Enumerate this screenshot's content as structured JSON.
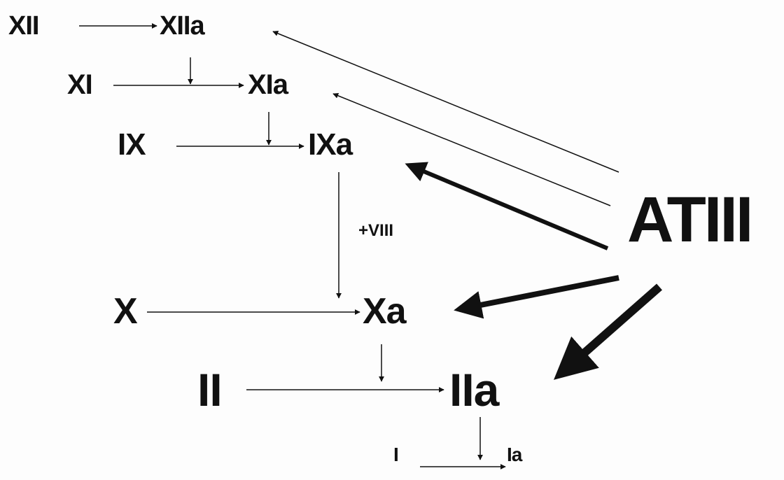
{
  "factors": {
    "xii": "XII",
    "xiia": "XIIa",
    "xi": "XI",
    "xia": "XIa",
    "ix": "IX",
    "ixa": "IXa",
    "x": "X",
    "xa": "Xa",
    "ii": "II",
    "iia": "IIa",
    "i": "I",
    "ia": "Ia"
  },
  "cofactor": "+VIII",
  "inhibitor": "ATIII",
  "colors": {
    "ink": "#111111",
    "background": "#fdfdfd"
  }
}
